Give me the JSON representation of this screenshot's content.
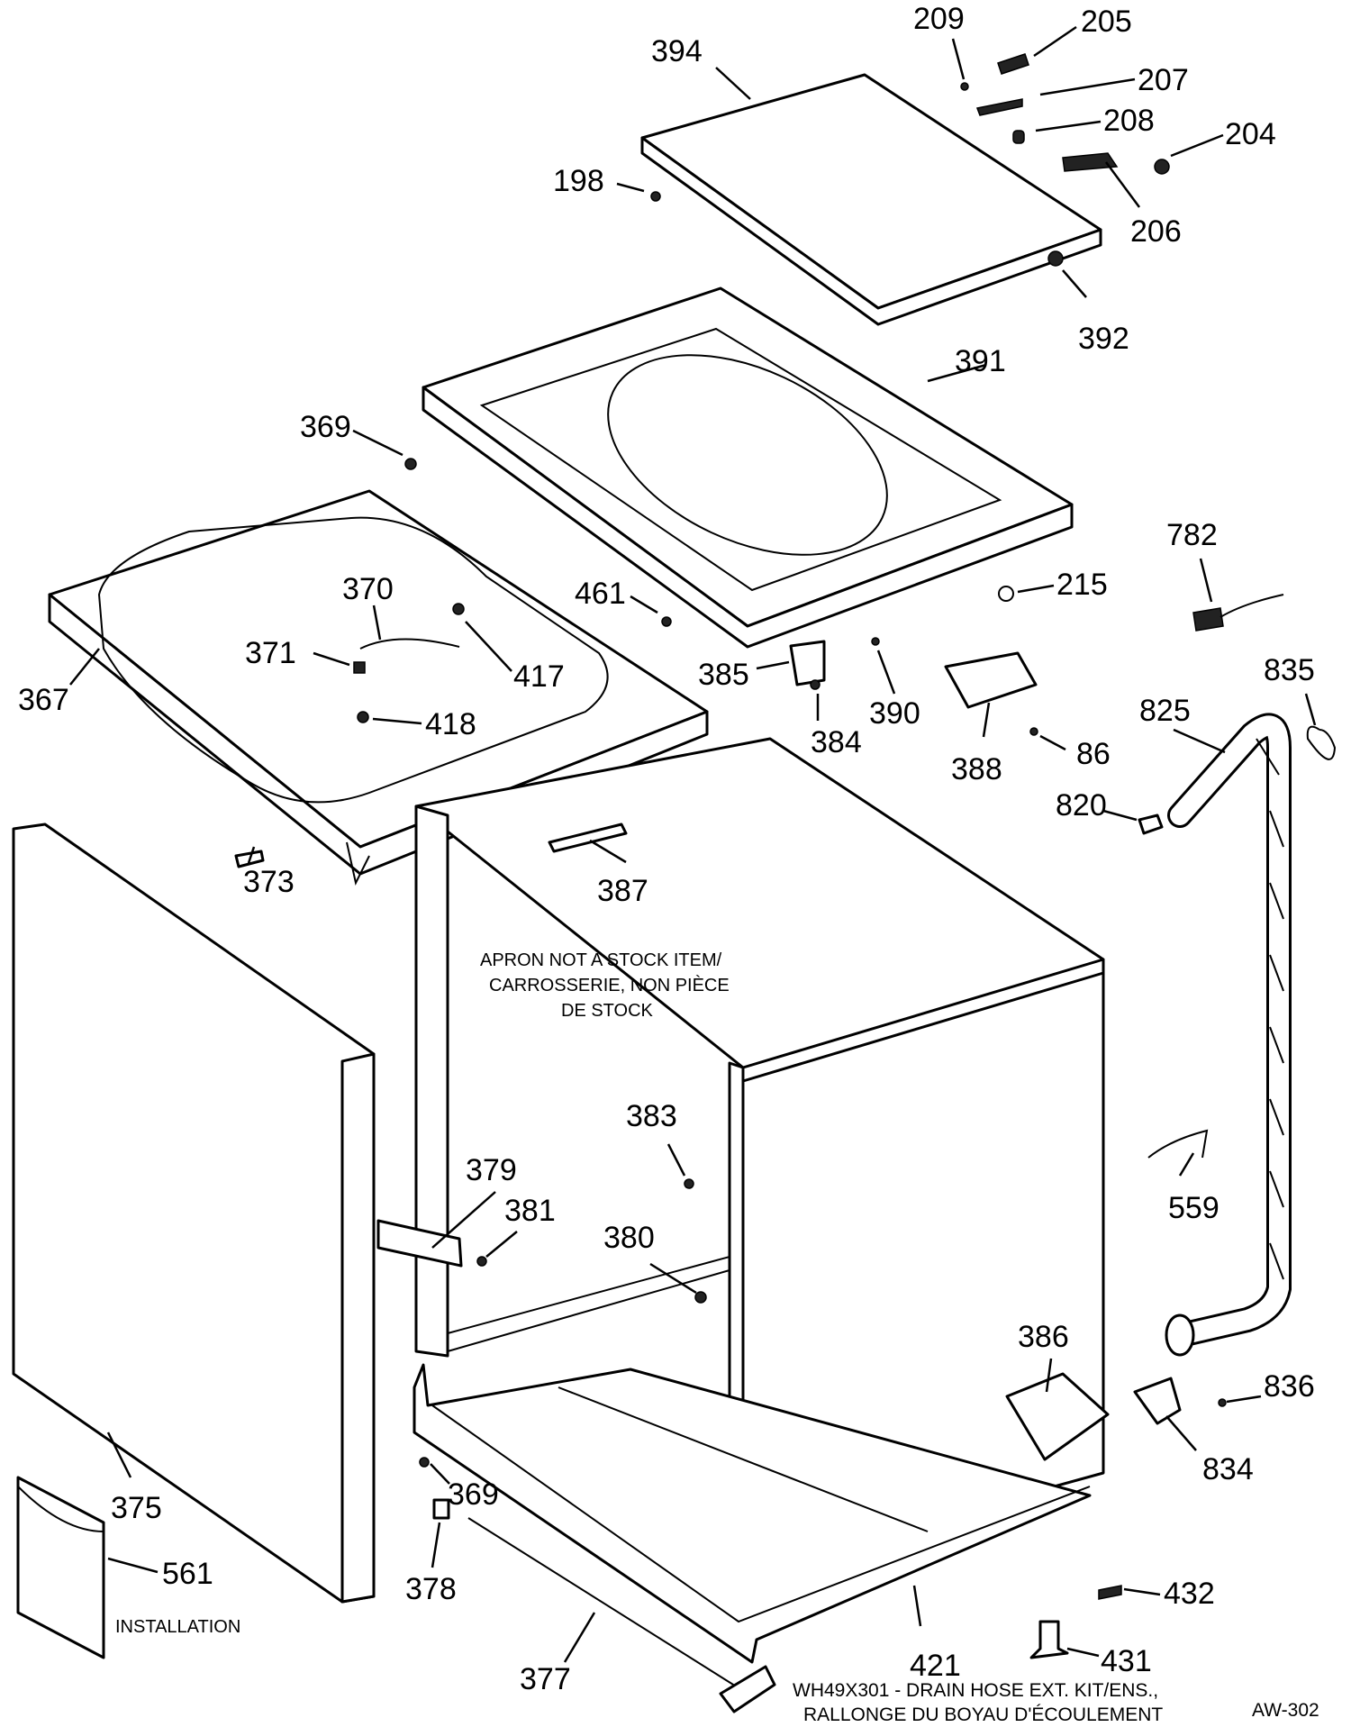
{
  "callouts": {
    "c209": "209",
    "c205": "205",
    "c394": "394",
    "c207": "207",
    "c208": "208",
    "c198": "198",
    "c204": "204",
    "c206": "206",
    "c392": "392",
    "c391": "391",
    "c369a": "369",
    "c782": "782",
    "c370": "370",
    "c461": "461",
    "c215": "215",
    "c371": "371",
    "c417": "417",
    "c385": "385",
    "c835": "835",
    "c367": "367",
    "c418": "418",
    "c384": "384",
    "c390": "390",
    "c825": "825",
    "c86": "86",
    "c388": "388",
    "c820": "820",
    "c373": "373",
    "c387": "387",
    "c383": "383",
    "c379": "379",
    "c381": "381",
    "c559": "559",
    "c380": "380",
    "c386": "386",
    "c836": "836",
    "c375": "375",
    "c369b": "369",
    "c834": "834",
    "c561": "561",
    "c378": "378",
    "c432": "432",
    "c431": "431",
    "c421": "421",
    "c377": "377"
  },
  "notes": {
    "apron_line1": "APRON NOT A STOCK ITEM/",
    "apron_line2": "CARROSSERIE, NON PIÈCE",
    "apron_line3": "DE STOCK",
    "installation": "INSTALLATION",
    "kit_line1": "WH49X301 - DRAIN HOSE EXT. KIT/ENS.,",
    "kit_line2": "RALLONGE DU BOYAU D'ÉCOULEMENT",
    "figure_id": "AW-302"
  }
}
